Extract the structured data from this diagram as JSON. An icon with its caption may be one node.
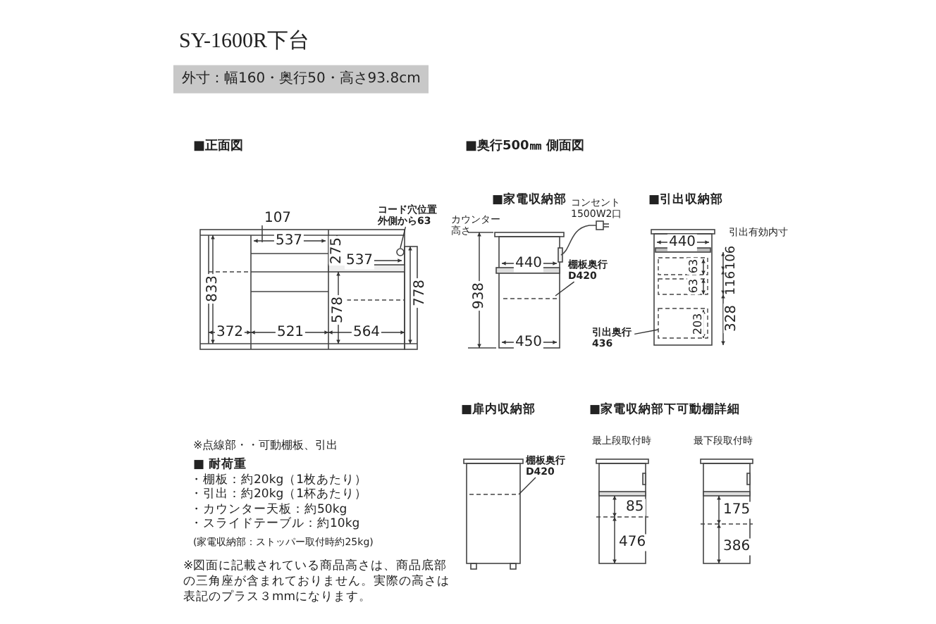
{
  "diagram": {
    "title": "SY-1600R下台",
    "nodes": [
      {
        "text": [
          "コード穴位置外側から63"
        ]
      },
      {
        "text": [
          "棚板奥行D420"
        ]
      },
      {
        "text": [
          "引出奥行436"
        ]
      },
      {
        "text": [
          "棚板奥行D420"
        ]
      }
    ],
    "edges": [
      {
        "from": 0,
        "to": null,
        "arrow": "none"
      },
      {
        "from": 1,
        "to": null,
        "arrow": "none"
      },
      {
        "from": 2,
        "to": null,
        "arrow": "none"
      },
      {
        "from": 3,
        "to": null,
        "arrow": "none"
      }
    ],
    "labels": [
      "外寸：幅160・奥行50・高さ93.8cm",
      "■正面図",
      "107",
      "537",
      "275",
      "537",
      "833",
      "578",
      "778",
      "372",
      "521",
      "564",
      "■奥行500㎜ 側面図",
      "■家電収納部",
      "コンセント1500W2口",
      "■引出収納部",
      "カウンター高さ",
      "440",
      "938",
      "450",
      "440",
      "引出有効内寸",
      "63",
      "63",
      "203",
      "106",
      "116",
      "328",
      "※点線部・・可動棚板、引出",
      "■ 耐荷重",
      "・棚板：約20kg（1枚あたり）",
      "・引出：約20kg（1杯あたり）",
      "・カウンター天板：約50kg",
      "・スライドテーブル：約10kg",
      "(家電収納部：ストッパー取付時約25kg)",
      "※図面に記載されている商品高さは、商品底部の三角座が含まれておりません。実際の高さは表記のプラス３mmになります。",
      "■扉内収納部",
      "■家電収納部下可動棚詳細",
      "最上段取付時",
      "最下段取付時",
      "85",
      "476",
      "175",
      "386"
    ]
  }
}
